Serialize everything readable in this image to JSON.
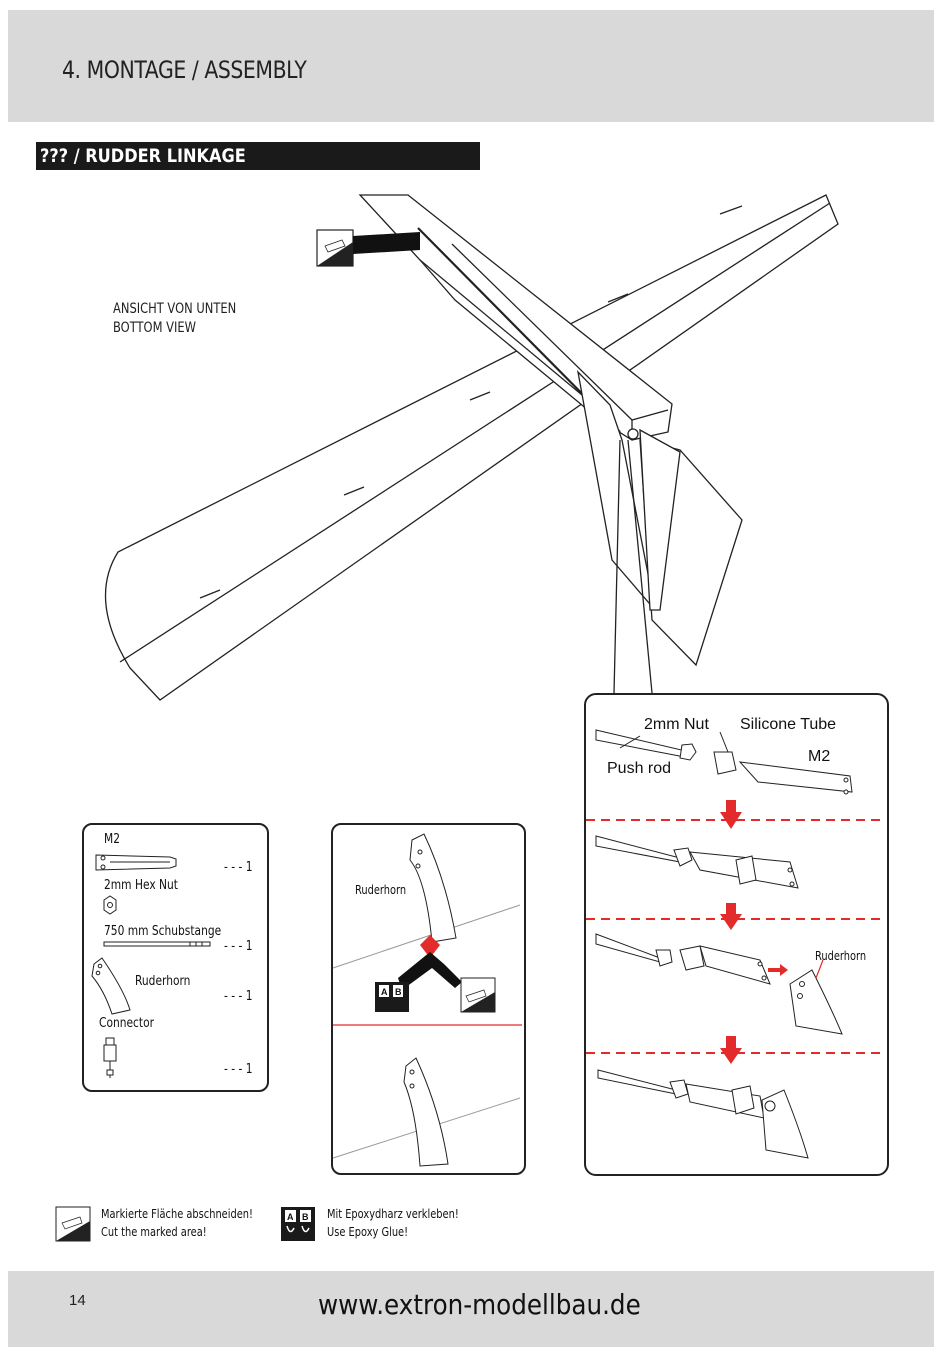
{
  "header": {
    "title": "4. MONTAGE / ASSEMBLY"
  },
  "section": {
    "title": "??? / RUDDER LINKAGE"
  },
  "main_view": {
    "label_de": "ANSICHT VON UNTEN",
    "label_en": "BOTTOM VIEW"
  },
  "parts_list": {
    "items": [
      {
        "name": "M2",
        "qty": "- - - 1"
      },
      {
        "name": "2mm Hex Nut",
        "qty": ""
      },
      {
        "name": "750 mm Schubstange",
        "qty": "- - - 1"
      },
      {
        "name": "Ruderhorn",
        "qty": "- - - 1"
      },
      {
        "name": "Connector",
        "qty": "- - - 1"
      }
    ]
  },
  "horn_panel": {
    "label": "Ruderhorn",
    "ab_a": "A",
    "ab_b": "B"
  },
  "linkage_panel": {
    "nut_label": "2mm Nut",
    "tube_label": "Silicone Tube",
    "clevis_label": "M2",
    "pushrod_label": "Push rod",
    "horn_label": "Ruderhorn"
  },
  "legend": {
    "cut_de": "Markierte Fläche abschneiden!",
    "cut_en": "Cut the marked area!",
    "glue_de": "Mit Epoxydharz verkleben!",
    "glue_en": "Use Epoxy Glue!",
    "glue_a": "A",
    "glue_b": "B"
  },
  "footer": {
    "page": "14",
    "website": "www.extron-modellbau.de"
  },
  "colors": {
    "accent_red": "#e32b2b",
    "band_gray": "#d9d9d9",
    "bar_black": "#1a1a1a"
  }
}
